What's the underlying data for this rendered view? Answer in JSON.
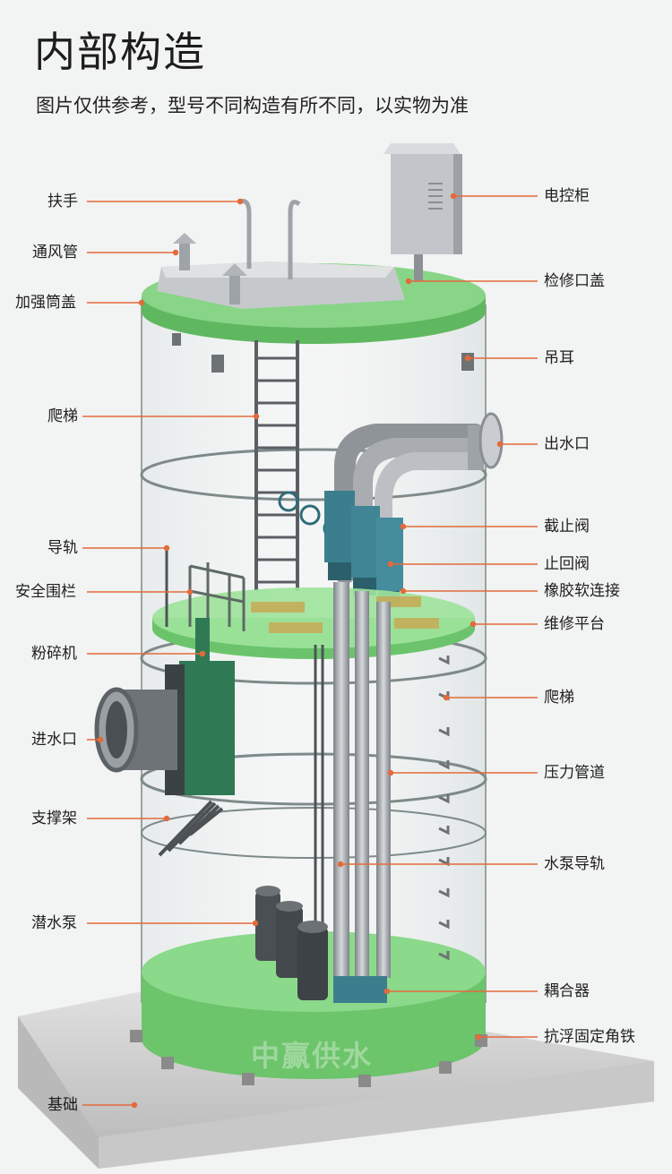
{
  "header": {
    "title": "内部构造",
    "subtitle": "图片仅供参考，型号不同构造有所不同，以实物为准"
  },
  "watermark": "中赢供水",
  "labels_left": {
    "handrail": "扶手",
    "vent_pipe": "通风管",
    "reinforced_cover": "加强筒盖",
    "ladder_upper": "爬梯",
    "guide_rail": "导轨",
    "safety_fence": "安全围栏",
    "crusher": "粉碎机",
    "water_inlet": "进水口",
    "support_frame": "支撑架",
    "submersible_pump": "潜水泵",
    "foundation": "基础"
  },
  "labels_right": {
    "control_cabinet": "电控柜",
    "manhole_cover": "检修口盖",
    "lifting_lug": "吊耳",
    "water_outlet": "出水口",
    "gate_valve": "截止阀",
    "check_valve": "止回阀",
    "rubber_joint": "橡胶软连接",
    "maintenance_platform": "维修平台",
    "ladder_lower": "爬梯",
    "pressure_pipe": "压力管道",
    "pump_guide_rail": "水泵导轨",
    "coupler": "耦合器",
    "anti_float_angle": "抗浮固定角铁"
  },
  "colors": {
    "leader_line": "#e36a3a",
    "tank_green": "#7fd17a",
    "tank_green_dark": "#4fae52",
    "steel": "#a9adb1",
    "crusher_green": "#2f7a55"
  }
}
